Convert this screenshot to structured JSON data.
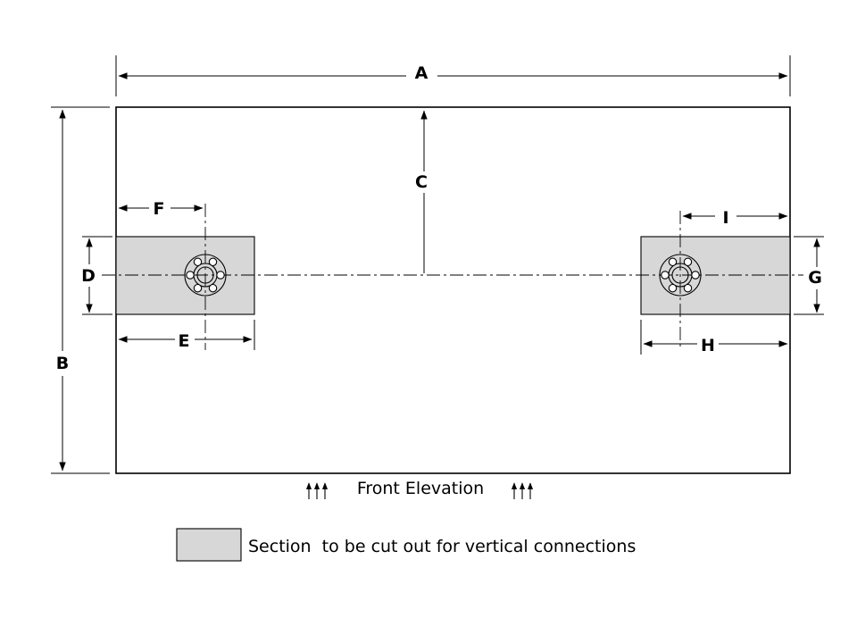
{
  "drawing": {
    "caption": "Front Elevation",
    "legend_text": "Section  to be cut out for vertical connections",
    "labels": {
      "a": "A",
      "b": "B",
      "c": "C",
      "d": "D",
      "e": "E",
      "f": "F",
      "g": "G",
      "h": "H",
      "i": "I"
    },
    "colors": {
      "cutout_fill": "#d7d7d7",
      "line": "#000000",
      "background": "#ffffff"
    }
  }
}
